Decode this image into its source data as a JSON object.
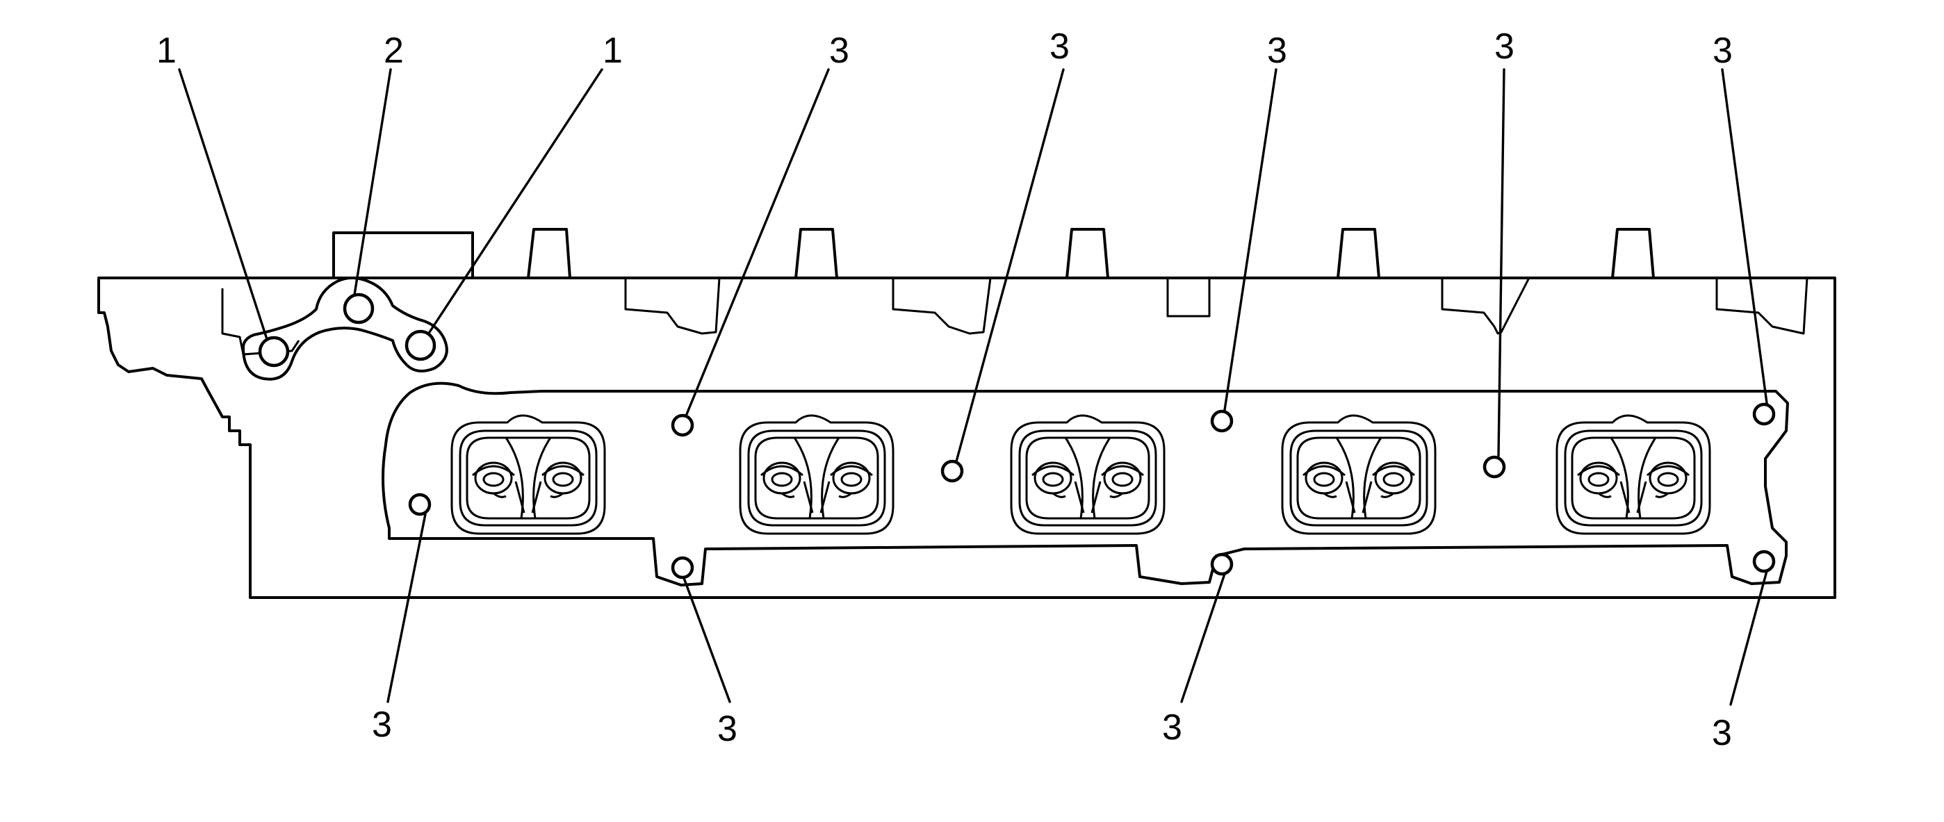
{
  "callouts": {
    "c1a": "1",
    "c2": "2",
    "c1b": "1",
    "t1": "3",
    "t2": "3",
    "t3": "3",
    "t4": "3",
    "t5": "3",
    "b1": "3",
    "b2": "3",
    "b3": "3",
    "b4": "3"
  }
}
